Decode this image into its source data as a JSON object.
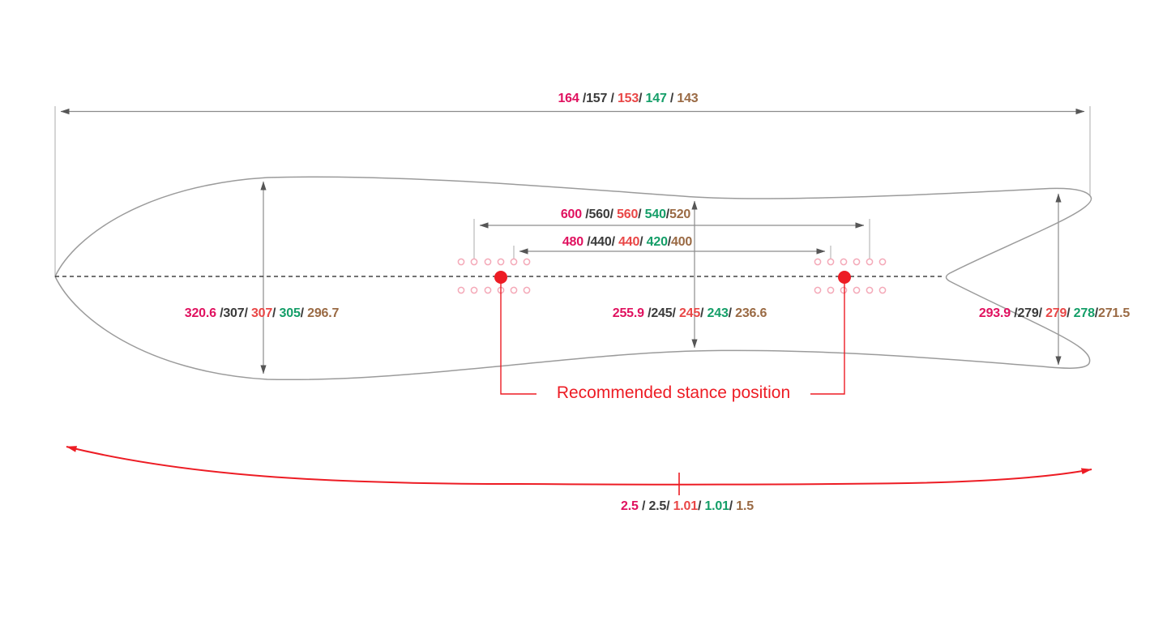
{
  "palette": {
    "size1_pink": "#e0115f",
    "size2_black": "#3b3b3b",
    "size3_red": "#e94747",
    "size4_green": "#149e68",
    "size5_brown": "#9a6a44",
    "accent_red": "#ed1c24",
    "outline_gray": "#9b9b9b",
    "dim_gray": "#8c8c8c",
    "arrow_dark": "#565656",
    "extent_gray": "#b2b2b2",
    "insert_pink": "#f4a9b8",
    "centerline_black": "#1f1f1f"
  },
  "figure": {
    "stance_note": "Recommended stance position"
  },
  "measurements": {
    "overall_length": {
      "parts": [
        {
          "t": "164",
          "c": "size1_pink"
        },
        {
          "t": " /",
          "c": "size2_black"
        },
        {
          "t": "157",
          "c": "size2_black"
        },
        {
          "t": " / ",
          "c": "size2_black"
        },
        {
          "t": "153",
          "c": "size3_red"
        },
        {
          "t": "/ ",
          "c": "size2_black"
        },
        {
          "t": "147",
          "c": "size4_green"
        },
        {
          "t": " / ",
          "c": "size2_black"
        },
        {
          "t": "143",
          "c": "size5_brown"
        }
      ]
    },
    "stance_width_outer": {
      "parts": [
        {
          "t": "600",
          "c": "size1_pink"
        },
        {
          "t": " /",
          "c": "size2_black"
        },
        {
          "t": "560",
          "c": "size2_black"
        },
        {
          "t": "/ ",
          "c": "size2_black"
        },
        {
          "t": "560",
          "c": "size3_red"
        },
        {
          "t": "/ ",
          "c": "size2_black"
        },
        {
          "t": "540",
          "c": "size4_green"
        },
        {
          "t": "/",
          "c": "size2_black"
        },
        {
          "t": "520",
          "c": "size5_brown"
        }
      ]
    },
    "stance_width_inner": {
      "parts": [
        {
          "t": "480",
          "c": "size1_pink"
        },
        {
          "t": " /",
          "c": "size2_black"
        },
        {
          "t": "440",
          "c": "size2_black"
        },
        {
          "t": "/ ",
          "c": "size2_black"
        },
        {
          "t": "440",
          "c": "size3_red"
        },
        {
          "t": "/ ",
          "c": "size2_black"
        },
        {
          "t": "420",
          "c": "size4_green"
        },
        {
          "t": "/",
          "c": "size2_black"
        },
        {
          "t": "400",
          "c": "size5_brown"
        }
      ]
    },
    "nose_width": {
      "parts": [
        {
          "t": "320.6",
          "c": "size1_pink"
        },
        {
          "t": " /",
          "c": "size2_black"
        },
        {
          "t": "307",
          "c": "size2_black"
        },
        {
          "t": "/ ",
          "c": "size2_black"
        },
        {
          "t": "307",
          "c": "size3_red"
        },
        {
          "t": "/ ",
          "c": "size2_black"
        },
        {
          "t": "305",
          "c": "size4_green"
        },
        {
          "t": "/ ",
          "c": "size2_black"
        },
        {
          "t": "296.7",
          "c": "size5_brown"
        }
      ]
    },
    "waist_width": {
      "parts": [
        {
          "t": "255.9",
          "c": "size1_pink"
        },
        {
          "t": " /",
          "c": "size2_black"
        },
        {
          "t": "245",
          "c": "size2_black"
        },
        {
          "t": "/ ",
          "c": "size2_black"
        },
        {
          "t": "245",
          "c": "size3_red"
        },
        {
          "t": "/ ",
          "c": "size2_black"
        },
        {
          "t": "243",
          "c": "size4_green"
        },
        {
          "t": "/ ",
          "c": "size2_black"
        },
        {
          "t": "236.6",
          "c": "size5_brown"
        }
      ]
    },
    "tail_width": {
      "parts": [
        {
          "t": "293.9",
          "c": "size1_pink"
        },
        {
          "t": " /",
          "c": "size2_black"
        },
        {
          "t": "279",
          "c": "size2_black"
        },
        {
          "t": "/ ",
          "c": "size2_black"
        },
        {
          "t": "279",
          "c": "size3_red"
        },
        {
          "t": "/ ",
          "c": "size2_black"
        },
        {
          "t": "278",
          "c": "size4_green"
        },
        {
          "t": "/",
          "c": "size2_black"
        },
        {
          "t": "271.5",
          "c": "size5_brown"
        }
      ]
    },
    "camber": {
      "parts": [
        {
          "t": "2.5",
          "c": "size1_pink"
        },
        {
          "t": " / ",
          "c": "size2_black"
        },
        {
          "t": "2.5",
          "c": "size2_black"
        },
        {
          "t": "/ ",
          "c": "size2_black"
        },
        {
          "t": "1.01",
          "c": "size3_red"
        },
        {
          "t": "/ ",
          "c": "size2_black"
        },
        {
          "t": "1.01",
          "c": "size4_green"
        },
        {
          "t": "/ ",
          "c": "size2_black"
        },
        {
          "t": "1.5",
          "c": "size5_brown"
        }
      ]
    }
  }
}
